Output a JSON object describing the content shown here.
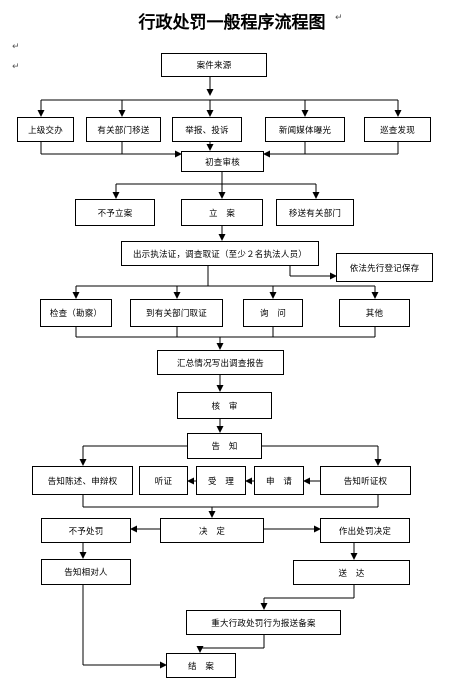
{
  "title": "行政处罚一般程序流程图",
  "paragraph_mark": "↵",
  "nodes": {
    "source": "案件来源",
    "src1": "上级交办",
    "src2": "有关部门移送",
    "src3": "举报、投诉",
    "src4": "新闻媒体曝光",
    "src5": "巡查发现",
    "review": "初查审核",
    "no_case": "不予立案",
    "file_case": "立　案",
    "transfer": "移送有关部门",
    "investigate": "出示执法证，调查取证（至少２名执法人员）",
    "preserve": "依法先行登记保存",
    "inspect": "检查（勘察）",
    "visit": "到有关部门取证",
    "inquiry": "询　问",
    "other": "其他",
    "summary": "汇总情况写出调查报告",
    "audit": "核　审",
    "notify": "告　知",
    "inform_defense": "告知陈述、申辩权",
    "hearing": "听证",
    "accept": "受　理",
    "apply": "申　请",
    "inform_hearing": "告知听证权",
    "no_penalty": "不予处罚",
    "decide": "决　定",
    "penalty_decision": "作出处罚决定",
    "notify_party": "告知相对人",
    "deliver": "送　达",
    "major_report": "重大行政处罚行为报送备案",
    "close": "结　案"
  }
}
